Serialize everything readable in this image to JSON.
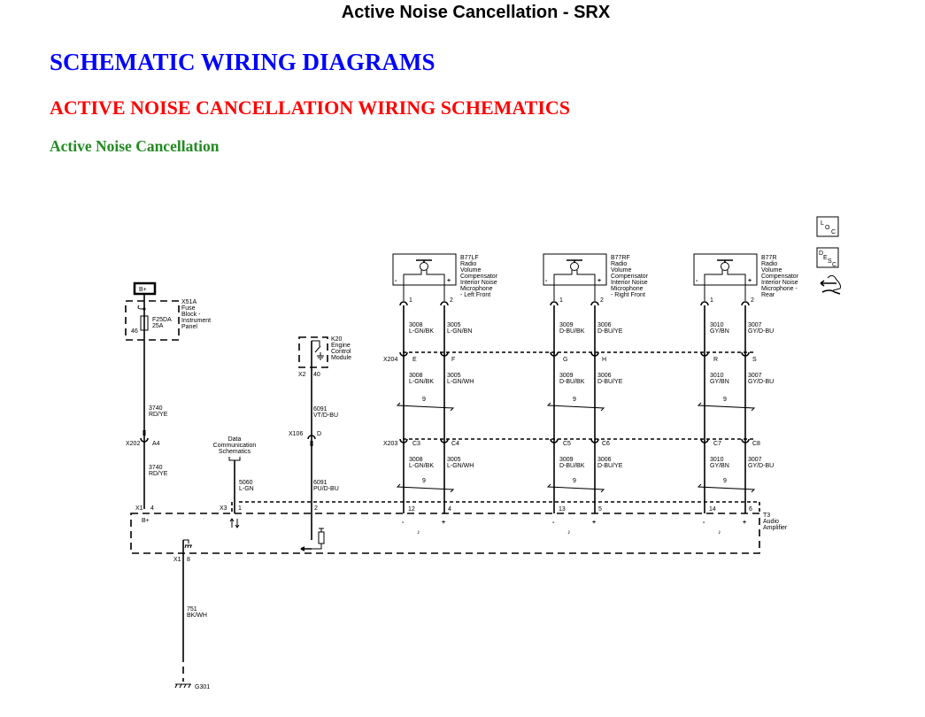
{
  "page_title": "Active Noise Cancellation - SRX",
  "headings": {
    "h1": "SCHEMATIC WIRING DIAGRAMS",
    "h2": "ACTIVE NOISE CANCELLATION WIRING SCHEMATICS",
    "h3": "Active Noise Cancellation"
  },
  "colors": {
    "h1": "#0000ff",
    "h2": "#ff0000",
    "h3": "#228b22"
  },
  "nav_icons": [
    {
      "name": "loc-icon",
      "label": "LOC"
    },
    {
      "name": "desc-icon",
      "label": "DESC"
    },
    {
      "name": "connector-hand-icon",
      "label": ""
    }
  ],
  "power": {
    "label": "B+",
    "fuse_block": {
      "id": "X51A",
      "lines": [
        "Fuse",
        "Block -",
        "Instrument",
        "Panel"
      ],
      "fuse": "F25DA",
      "rating": "25A",
      "pin": "46"
    },
    "wire_upper": {
      "circuit": "3740",
      "color": "RD/YE"
    },
    "inline": {
      "connector": "X202",
      "pin": "A4"
    },
    "wire_lower": {
      "circuit": "3740",
      "color": "RD/YE"
    },
    "amp_conn": "X1",
    "amp_pin": "4",
    "amp_label": "B+"
  },
  "data_comm": {
    "lines": [
      "Data",
      "Communication",
      "Schematics"
    ],
    "wire": {
      "circuit": "5060",
      "color": "L-GN"
    },
    "amp_conn": "X3",
    "amp_pin": "1"
  },
  "ecm": {
    "id": "K20",
    "lines": [
      "Engine",
      "Control",
      "Module"
    ],
    "conn": "X2",
    "pin": "40",
    "wire_upper": {
      "circuit": "6091",
      "color": "VT/D-BU"
    },
    "inline": {
      "connector": "X106",
      "pin": "D"
    },
    "wire_lower": {
      "circuit": "6091",
      "color": "PU/D-BU"
    },
    "amp_pin": "2"
  },
  "ground": {
    "amp_conn": "X1",
    "amp_pin": "8",
    "wire": {
      "circuit": "751",
      "color": "BK/WH"
    },
    "ground_id": "G301"
  },
  "inline_connectors": {
    "upper": "X204",
    "lower": "X203"
  },
  "twist_label": "9",
  "microphones": [
    {
      "id": "B77LF",
      "lines": [
        "Radio",
        "Volume",
        "Compensator",
        "Interior Noise",
        "Microphone",
        "- Left Front"
      ],
      "pins": [
        "1",
        "2"
      ],
      "neg_wire_upper": {
        "circuit": "3008",
        "color": "L-GN/BK"
      },
      "pos_wire_upper": {
        "circuit": "3005",
        "color": "L-GN/BN"
      },
      "x204_pins": [
        "E",
        "F"
      ],
      "neg_wire_mid": {
        "circuit": "3008",
        "color": "L-GN/BK"
      },
      "pos_wire_mid": {
        "circuit": "3005",
        "color": "L-GN/WH"
      },
      "x203_pins": [
        "C3",
        "C4"
      ],
      "neg_wire_low": {
        "circuit": "3008",
        "color": "L-GN/BK"
      },
      "pos_wire_low": {
        "circuit": "3005",
        "color": "L-GN/WH"
      },
      "amp_pins": [
        "12",
        "4"
      ]
    },
    {
      "id": "B77RF",
      "lines": [
        "Radio",
        "Volume",
        "Compensator",
        "Interior Noise",
        "Microphone",
        "- Right Front"
      ],
      "pins": [
        "1",
        "2"
      ],
      "neg_wire_upper": {
        "circuit": "3009",
        "color": "D-BU/BK"
      },
      "pos_wire_upper": {
        "circuit": "3006",
        "color": "D-BU/YE"
      },
      "x204_pins": [
        "G",
        "H"
      ],
      "neg_wire_mid": {
        "circuit": "3009",
        "color": "D-BU/BK"
      },
      "pos_wire_mid": {
        "circuit": "3006",
        "color": "D-BU/YE"
      },
      "x203_pins": [
        "C5",
        "C6"
      ],
      "neg_wire_low": {
        "circuit": "3009",
        "color": "D-BU/BK"
      },
      "pos_wire_low": {
        "circuit": "3006",
        "color": "D-BU/YE"
      },
      "amp_pins": [
        "13",
        "5"
      ]
    },
    {
      "id": "B77R",
      "lines": [
        "Radio",
        "Volume",
        "Compensator",
        "Interior Noise",
        "Microphone -",
        "Rear"
      ],
      "pins": [
        "1",
        "2"
      ],
      "neg_wire_upper": {
        "circuit": "3010",
        "color": "GY/BN"
      },
      "pos_wire_upper": {
        "circuit": "3007",
        "color": "GY/D-BU"
      },
      "x204_pins": [
        "R",
        "S"
      ],
      "neg_wire_mid": {
        "circuit": "3010",
        "color": "GY/BN"
      },
      "pos_wire_mid": {
        "circuit": "3007",
        "color": "GY/D-BU"
      },
      "x203_pins": [
        "C7",
        "C8"
      ],
      "neg_wire_low": {
        "circuit": "3010",
        "color": "GY/BN"
      },
      "pos_wire_low": {
        "circuit": "3007",
        "color": "GY/D-BU"
      },
      "amp_pins": [
        "14",
        "6"
      ]
    }
  ],
  "amplifier": {
    "id": "T3",
    "lines": [
      "Audio",
      "Amplifier"
    ]
  },
  "polarity": {
    "neg": "-",
    "pos": "+"
  }
}
